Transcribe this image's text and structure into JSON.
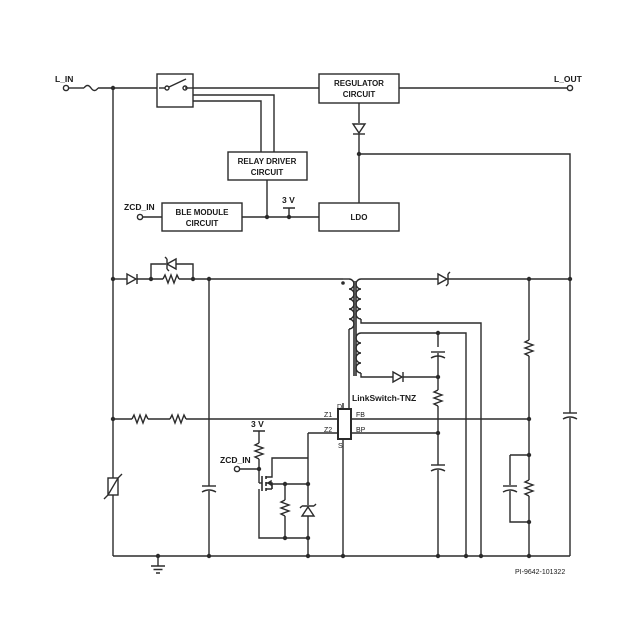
{
  "labels": {
    "l_in": "L_IN",
    "l_out": "L_OUT",
    "zcd_in_top": "ZCD_IN",
    "zcd_in_bottom": "ZCD_IN",
    "v3_top": "3 V",
    "v3_bottom": "3 V",
    "linkswitch": "LinkSwitch-TNZ",
    "pin_d": "D",
    "pin_s": "S",
    "pin_z1": "Z1",
    "pin_z2": "Z2",
    "pin_fb": "FB",
    "pin_bp": "BP",
    "figure_id": "PI-9642-101322"
  },
  "blocks": {
    "regulator": [
      "REGULATOR",
      "CIRCUIT"
    ],
    "relay_driver": [
      "RELAY DRIVER",
      "CIRCUIT"
    ],
    "ble_module": [
      "BLE MODULE",
      "CIRCUIT"
    ],
    "ldo": [
      "LDO"
    ]
  }
}
